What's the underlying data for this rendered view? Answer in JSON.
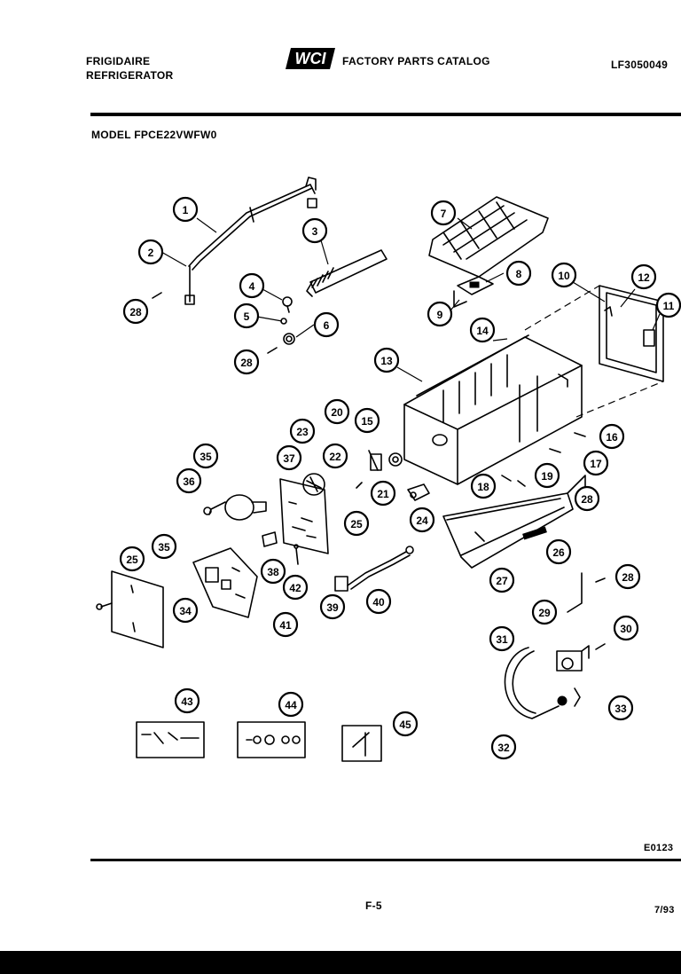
{
  "header": {
    "brand": "FRIGIDAIRE",
    "product": "REFRIGERATOR",
    "logo_text": "WCI",
    "catalog_title": "FACTORY PARTS CATALOG",
    "catalog_number": "LF3050049",
    "model_label": "MODEL FPCE22VWFW0"
  },
  "footer": {
    "diagram_code": "E0123",
    "page_number": "F-5",
    "date": "7/93"
  },
  "callouts": [
    "1",
    "2",
    "3",
    "4",
    "5",
    "6",
    "7",
    "8",
    "9",
    "10",
    "11",
    "12",
    "13",
    "14",
    "15",
    "16",
    "17",
    "18",
    "19",
    "20",
    "21",
    "22",
    "23",
    "24",
    "25",
    "25",
    "26",
    "27",
    "28",
    "28",
    "28",
    "28",
    "29",
    "30",
    "31",
    "32",
    "33",
    "34",
    "35",
    "35",
    "36",
    "37",
    "38",
    "39",
    "40",
    "41",
    "42",
    "43",
    "44",
    "45"
  ]
}
